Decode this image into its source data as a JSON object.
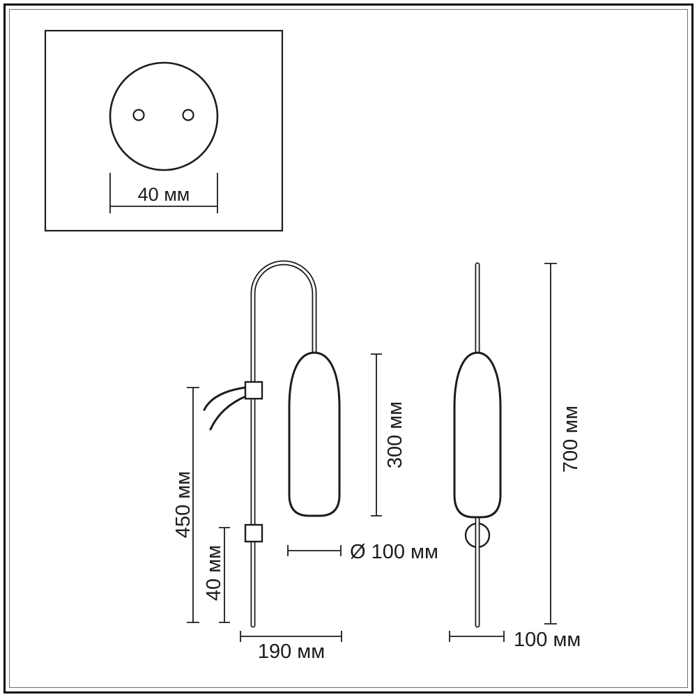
{
  "colors": {
    "line": "#1c1c1c",
    "background": "#ffffff"
  },
  "detail_view": {
    "hole_spacing": "40 мм"
  },
  "front_view": {
    "mount_height": "450 мм",
    "lower_offset": "40 мм",
    "shade_length": "300 мм",
    "shade_diameter": "Ø 100 мм",
    "overall_depth": "190 мм"
  },
  "side_view": {
    "overall_height": "700 мм",
    "overall_width": "100 мм"
  }
}
